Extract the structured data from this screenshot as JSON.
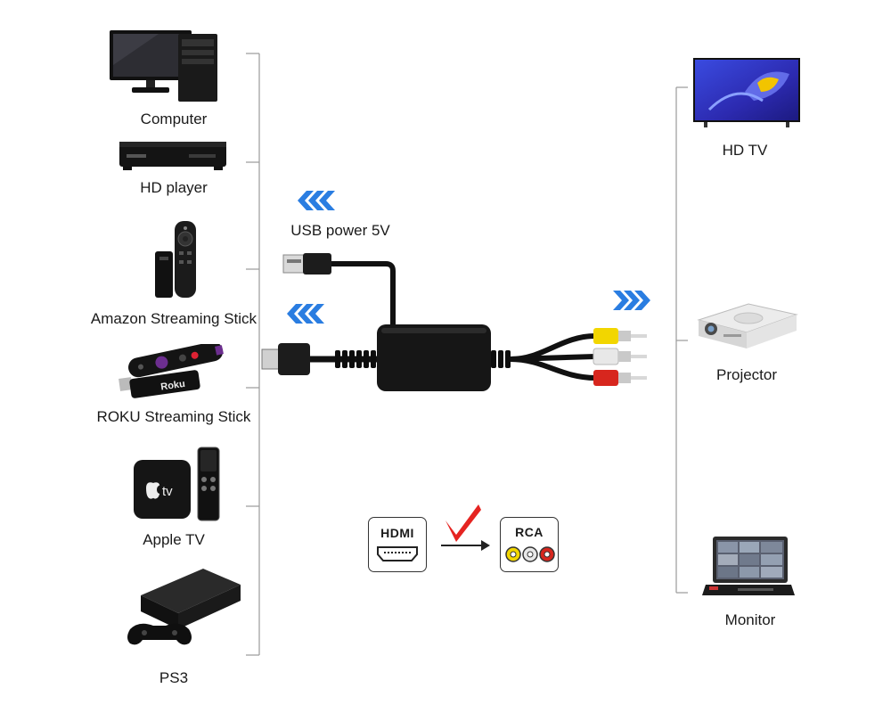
{
  "sources": [
    {
      "label": "Computer",
      "icon": "computer-icon"
    },
    {
      "label": "HD player",
      "icon": "hd-player-icon"
    },
    {
      "label": "Amazon Streaming Stick",
      "icon": "amazon-stick-icon"
    },
    {
      "label": "ROKU Streaming Stick",
      "icon": "roku-stick-icon"
    },
    {
      "label": "Apple TV",
      "icon": "apple-tv-icon"
    },
    {
      "label": "PS3",
      "icon": "ps3-icon"
    }
  ],
  "outputs": [
    {
      "label": "HD TV",
      "icon": "tv-icon"
    },
    {
      "label": "Projector",
      "icon": "projector-icon"
    },
    {
      "label": "Monitor",
      "icon": "monitor-icon"
    }
  ],
  "usb_power_label": "USB power 5V",
  "conversion": {
    "from": "HDMI",
    "to": "RCA"
  },
  "device_text": {
    "roku_brand": "Roku",
    "apple_tv_brand": "tv"
  },
  "colors": {
    "arrow_blue": "#2a7de1",
    "check_red": "#e52421",
    "rca_yellow": "#f2d600",
    "rca_white": "#e8e8e8",
    "rca_red": "#d7261e",
    "bracket_gray": "#9a9a9a"
  }
}
